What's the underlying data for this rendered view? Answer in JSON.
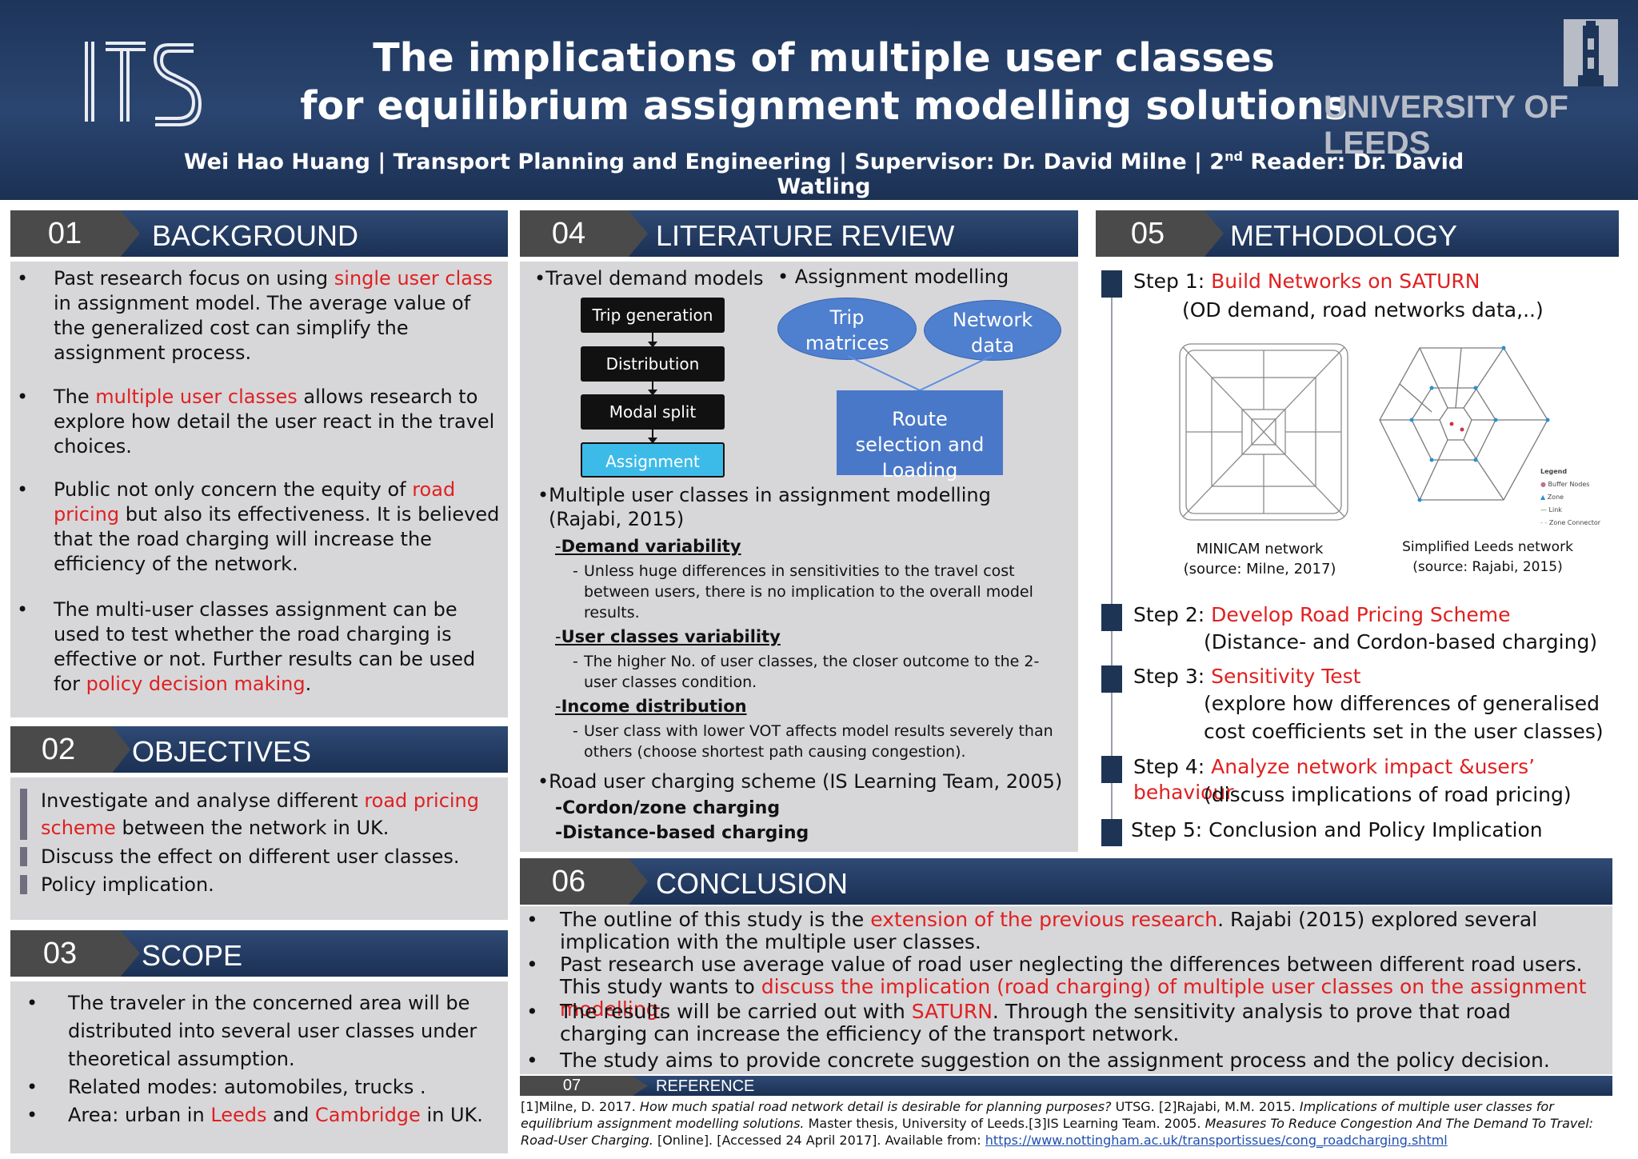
{
  "header": {
    "logo_text": "ITS",
    "title_line1": "The implications of multiple user classes",
    "title_line2": "for equilibrium assignment modelling solutions",
    "authors_a": "Wei Hao Huang | Transport Planning and Engineering | Supervisor: Dr. David Milne | 2",
    "authors_sup": "nd",
    "authors_b": " Reader: Dr. David Watling",
    "university": "UNIVERSITY OF LEEDS"
  },
  "sections": {
    "background": {
      "num": "01",
      "title": "BACKGROUND"
    },
    "objectives": {
      "num": "02",
      "title": "OBJECTIVES"
    },
    "scope": {
      "num": "03",
      "title": "SCOPE"
    },
    "literature": {
      "num": "04",
      "title": "LITERATURE REVIEW"
    },
    "methodology": {
      "num": "05",
      "title": "METHODOLOGY"
    },
    "conclusion": {
      "num": "06",
      "title": "CONCLUSION"
    },
    "reference": {
      "num": "07",
      "title": "REFERENCE"
    }
  },
  "background": {
    "b1_a": "Past research focus on using ",
    "b1_red": "single user class",
    "b1_b": " in assignment model. The average value of the generalized cost can simplify the assignment process.",
    "b2_a": "The ",
    "b2_red": "multiple user classes",
    "b2_b": " allows research to explore how detail the user react in the travel choices.",
    "b3_a": "Public not only concern the equity of ",
    "b3_red": "road pricing",
    "b3_b": " but also its effectiveness. It is believed that the road charging will increase the efficiency of the network.",
    "b4_a": "The multi-user classes assignment can be used to test whether the road charging is effective or not. Further results can be used for ",
    "b4_red": "policy decision making",
    "b4_b": "."
  },
  "objectives": {
    "o1_a": "Investigate and analyse different ",
    "o1_red": "road pricing scheme",
    "o1_b": " between the network in UK.",
    "o2": "Discuss the effect on different user classes.",
    "o3": "Policy implication."
  },
  "scope": {
    "s1": "The traveler in the concerned area will be distributed into several user classes under theoretical assumption.",
    "s2": "Related modes: automobiles, trucks .",
    "s3_a": "Area: urban in ",
    "s3_red1": "Leeds",
    "s3_b": " and ",
    "s3_red2": "Cambridge",
    "s3_c": " in UK."
  },
  "literature": {
    "travel_demand": "•Travel demand models",
    "assignment_modelling": "•  Assignment modelling",
    "flow": [
      "Trip generation",
      "Distribution",
      "Modal split",
      "Assignment"
    ],
    "trip_matrices": "Trip matrices",
    "network_data": "Network data",
    "route_selection": "Route selection and Loading",
    "multi_heading": "•Multiple user classes in assignment modelling",
    "multi_cite": "(Rajabi, 2015)",
    "demand_var": "Demand variability",
    "demand_var_desc": "Unless huge differences in sensitivities to the travel cost between users, there is no implication to the overall model results.",
    "user_var": "User classes variability",
    "user_var_desc": "The higher No. of user classes, the closer outcome to the 2-user classes condition.",
    "income": "Income distribution",
    "income_desc": "User class with lower VOT affects model results severely than others (choose shortest path causing congestion).",
    "road_user": "•Road user charging scheme (IS Learning Team, 2005)",
    "cordon": "Cordon/zone charging",
    "distance": "Distance-based charging"
  },
  "methodology": {
    "step1_a": "Step 1: ",
    "step1_red": "Build Networks  on SATURN",
    "step1_sub": "(OD demand, road networks data,..)",
    "minicam": "MINICAM network",
    "minicam_src": "(source: Milne, 2017)",
    "leeds_net": "Simplified Leeds network",
    "leeds_src": "(source: Rajabi, 2015)",
    "legend": {
      "title": "Legend",
      "buffer": "Buffer Nodes",
      "zone": "Zone",
      "link": "Link",
      "connector": "Zone Connector"
    },
    "step2_a": "Step 2: ",
    "step2_red": "Develop Road Pricing Scheme",
    "step2_sub": "(Distance- and Cordon-based charging)",
    "step3_a": "Step 3: ",
    "step3_red": "Sensitivity Test",
    "step3_sub1": "(explore how differences of generalised",
    "step3_sub2": " cost coefficients set in the user classes)",
    "step4_a": "Step 4: ",
    "step4_red": "Analyze network impact &users’ behaviour",
    "step4_sub": "(discuss implications of road pricing)",
    "step5": "Step 5: Conclusion and Policy Implication"
  },
  "conclusion": {
    "c1_a": "The outline of this study is the ",
    "c1_red": "extension of the previous research",
    "c1_b": ". Rajabi (2015) explored several implication with the multiple user classes.",
    "c2_a": "Past research use average value of road user neglecting the differences between different road users. This study wants to ",
    "c2_red": "discuss the implication (road charging) of multiple user classes on the assignment modelling",
    "c2_b": ".",
    "c3_a": "The results will be carried out with ",
    "c3_red": "SATURN",
    "c3_b": ". Through the sensitivity analysis to prove that road charging can increase the efficiency of the transport network.",
    "c4": "The study aims to provide concrete suggestion on the assignment process and the policy decision."
  },
  "reference": {
    "r1_a": "[1]Milne, D. 2017. ",
    "r1_i": "How much spatial road network detail is desirable for planning purposes?",
    "r1_b": " UTSG. [2]Rajabi, M.M. 2015. ",
    "r2_i": "Implications of multiple user classes for equilibrium assignment modelling solutions.",
    "r2_b": " Master thesis, University of Leeds.[3]IS Learning Team. 2005. ",
    "r3_i": "Measures To Reduce Congestion And The Demand To Travel: Road-User Charging.",
    "r3_b": " [Online]. [Accessed 24 April 2017]. Available from: ",
    "link": "https://www.nottingham.ac.uk/transportissues/cong_roadcharging.shtml"
  },
  "colors": {
    "accent_red": "#e02020",
    "header_navy": "#1e355a",
    "panel_gray": "#d7d7da",
    "assignment_blue": "#3dbbe8",
    "route_blue": "#4a78c8"
  }
}
